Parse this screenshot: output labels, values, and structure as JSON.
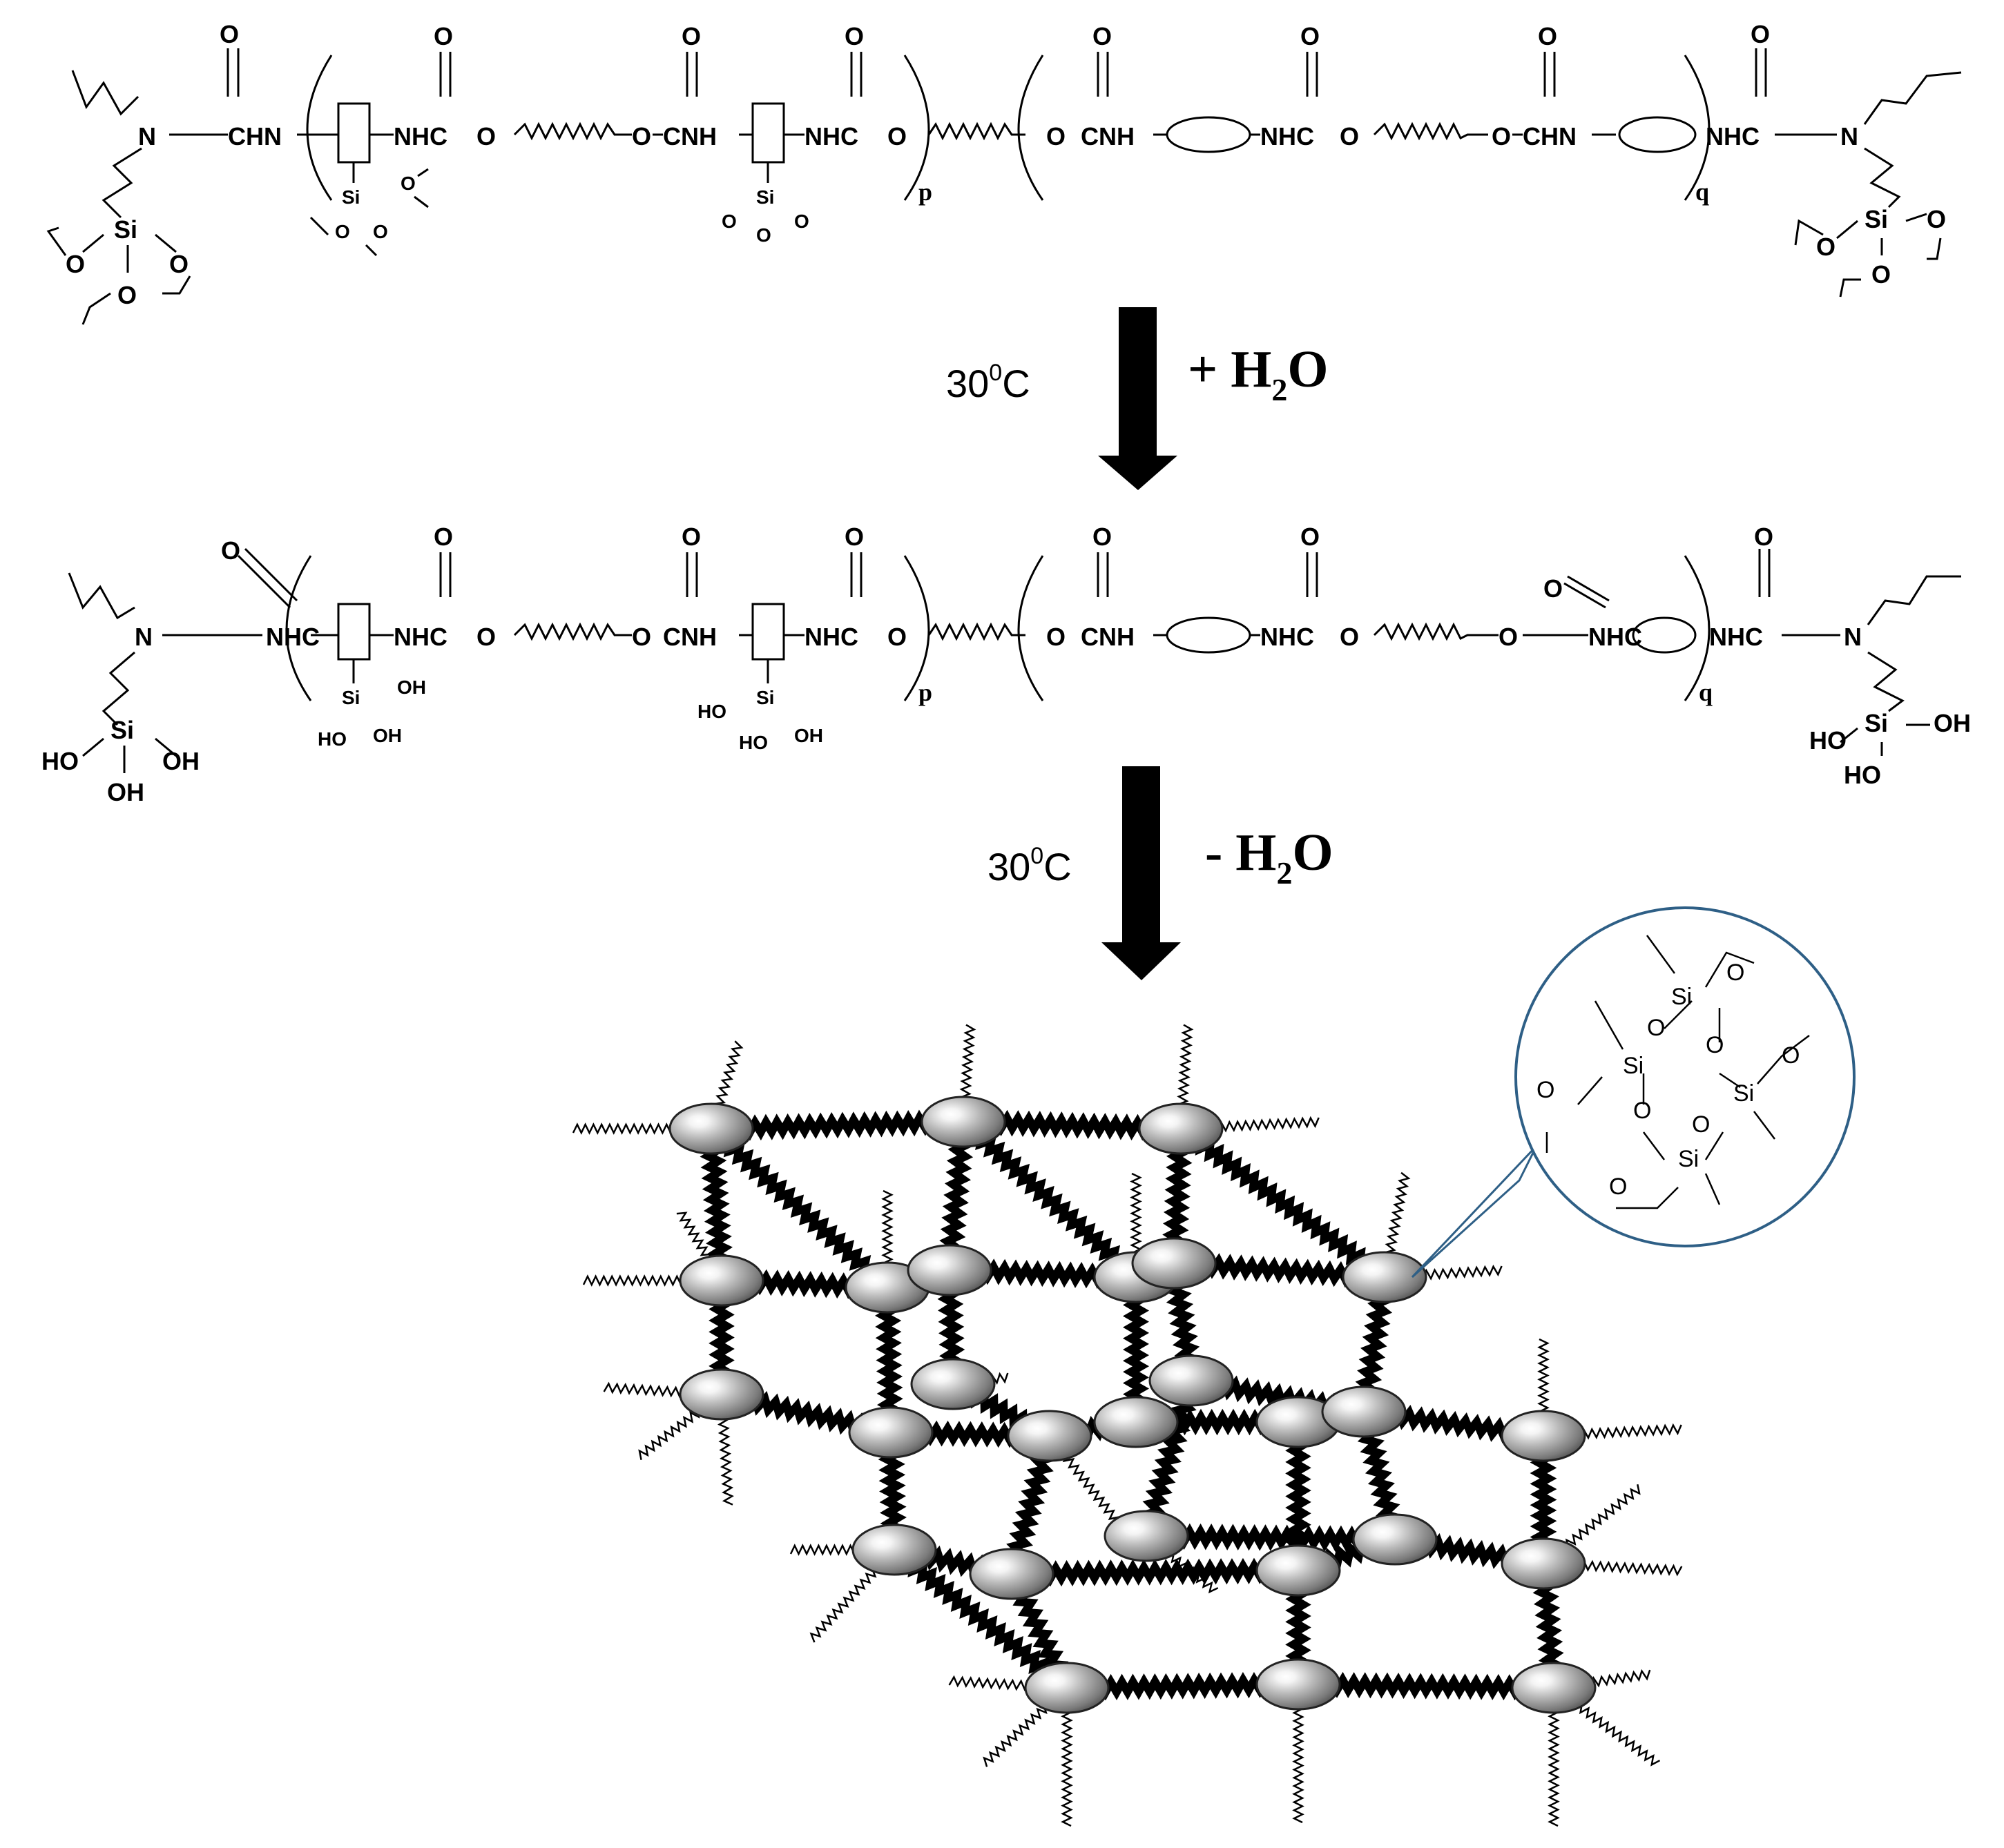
{
  "row1": {
    "end_left_N": "N",
    "end_left_carbonyl": "CHN",
    "end_left_Si": "Si",
    "O_label": "O",
    "nhco_label": "NHC",
    "cnh_label": "CNH",
    "chn_label": "CHN",
    "pendant_Si": "Si",
    "sub_p": "p",
    "sub_q": "q",
    "nhc_right": "NHC",
    "end_right_N": "N",
    "end_right_Si": "Si"
  },
  "step1": {
    "temperature": "30",
    "temp_sup": "0",
    "temp_unit": "C",
    "reagent": "+ H",
    "reagent_sub": "2",
    "reagent_tail": "O"
  },
  "row2": {
    "end_left_N": "N",
    "nhc_left": "NHC",
    "OH": "OH",
    "HO": "HO",
    "nhco_label": "NHC",
    "cnh_label": "CNH",
    "Si": "Si",
    "O_label": "O",
    "sub_p": "p",
    "sub_q": "q",
    "nhc_right": "NHC",
    "end_right_N": "N"
  },
  "step2": {
    "temperature": "30",
    "temp_sup": "0",
    "temp_unit": "C",
    "reagent": "- H",
    "reagent_sub": "2",
    "reagent_tail": "O"
  },
  "inset": {
    "Si": "Si",
    "O": "O"
  }
}
